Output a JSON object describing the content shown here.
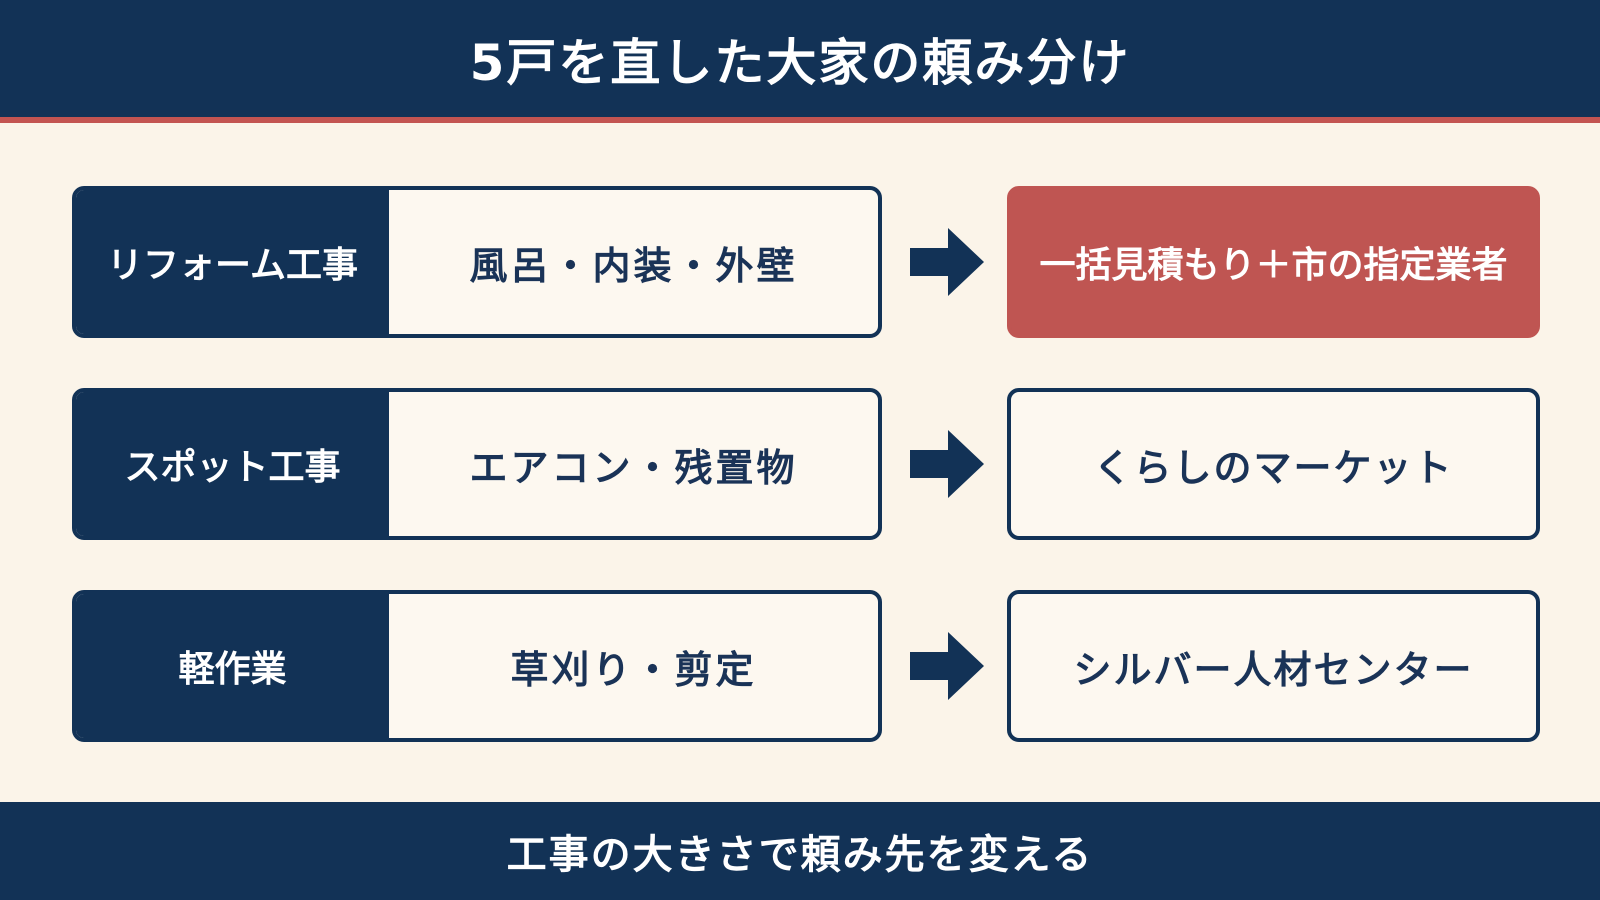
{
  "header": {
    "title": "5戸を直した大家の頼み分け"
  },
  "rows": [
    {
      "category": "リフォーム工事",
      "examples": "風呂・内装・外壁",
      "arrow_icon": "right-arrow-icon",
      "destination": "一括見積もり＋市の指定業者",
      "highlighted": true
    },
    {
      "category": "スポット工事",
      "examples": "エアコン・残置物",
      "arrow_icon": "right-arrow-icon",
      "destination": "くらしのマーケット",
      "highlighted": false
    },
    {
      "category": "軽作業",
      "examples": "草刈り・剪定",
      "arrow_icon": "right-arrow-icon",
      "destination": "シルバー人材センター",
      "highlighted": false
    }
  ],
  "footer": {
    "text": "工事の大きさで頼み先を変える"
  },
  "colors": {
    "navy": "#123256",
    "accent_red": "#bf5552",
    "background": "#fbf4e9",
    "box_fill": "#fdf8f0",
    "text_white": "#ffffff"
  }
}
